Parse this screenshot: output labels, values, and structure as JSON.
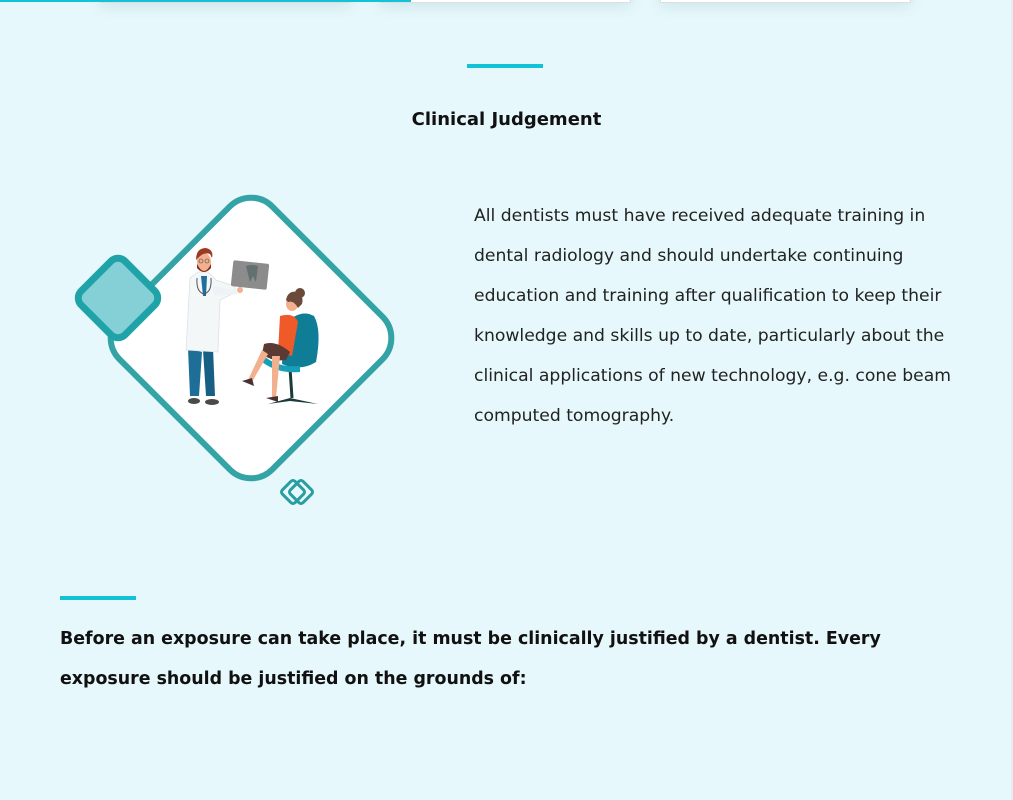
{
  "page": {
    "background_color": "#e6f8fb",
    "accent_color": "#12c2d6",
    "frame_color": "#33a3a6"
  },
  "progress": {
    "fill_percent": 40.6
  },
  "top_cards": [
    {
      "position": "left"
    },
    {
      "position": "center"
    },
    {
      "position": "right"
    }
  ],
  "section": {
    "title": "Clinical Judgement",
    "illustration": {
      "semantic": "dentist-showing-xray-to-patient-illustration",
      "elements": [
        "diamond-frame",
        "small-filled-diamond",
        "double-diamond-ornament",
        "dentist-figure",
        "tooth-xray",
        "patient-in-chair"
      ]
    },
    "body": "All dentists must have received adequate training in dental radiology and should undertake continuing education and training after qualification to keep their knowledge and skills up to date, particularly about the clinical applications of new technology, e.g. cone beam computed tomography."
  },
  "justification": {
    "text": "Before an exposure can take place, it must be clinically justified by a dentist. Every exposure should be justified on the grounds of:"
  }
}
